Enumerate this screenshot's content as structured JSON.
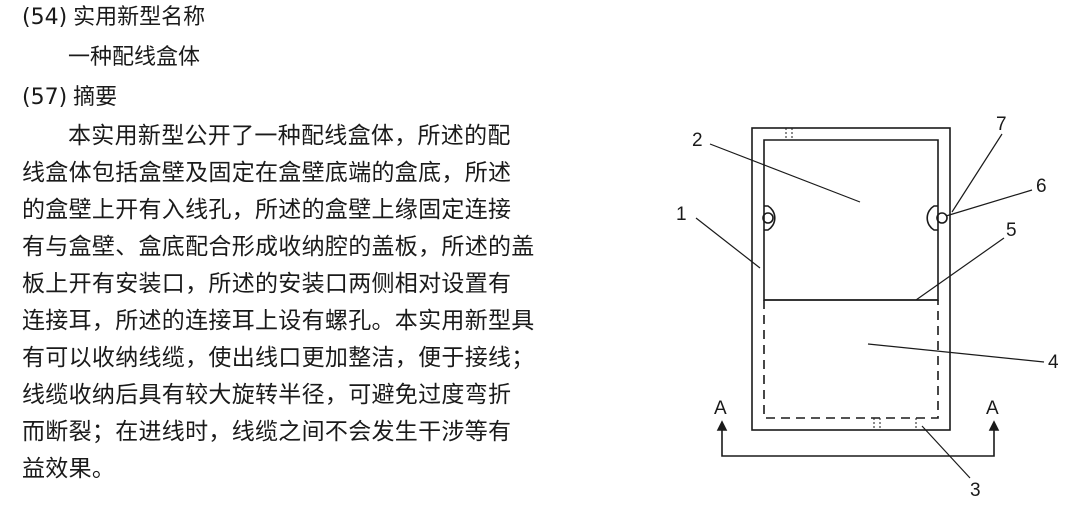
{
  "section_54": {
    "number": "(54)",
    "heading": "实用新型名称",
    "title": "一种配线盒体"
  },
  "section_57": {
    "number": "(57)",
    "heading": "摘要"
  },
  "abstract_lines": [
    "本实用新型公开了一种配线盒体，所述的配",
    "线盒体包括盒壁及固定在盒壁底端的盒底，所述",
    "的盒壁上开有入线孔，所述的盒壁上缘固定连接",
    "有与盒壁、盒底配合形成收纳腔的盖板，所述的盖",
    "板上开有安装口，所述的安装口两侧相对设置有",
    "连接耳，所述的连接耳上设有螺孔。本实用新型具",
    "有可以收纳线缆，使出线口更加整洁，便于接线；",
    "线缆收纳后具有较大旋转半径，可避免过度弯折",
    "而断裂；在进线时，线缆之间不会发生干涉等有",
    "益效果。"
  ],
  "figure": {
    "labels": {
      "l1": "1",
      "l2": "2",
      "l3": "3",
      "l4": "4",
      "l5": "5",
      "l6": "6",
      "l7": "7",
      "section_left": "A",
      "section_right": "A"
    },
    "line_color": "#1a1a1a"
  }
}
